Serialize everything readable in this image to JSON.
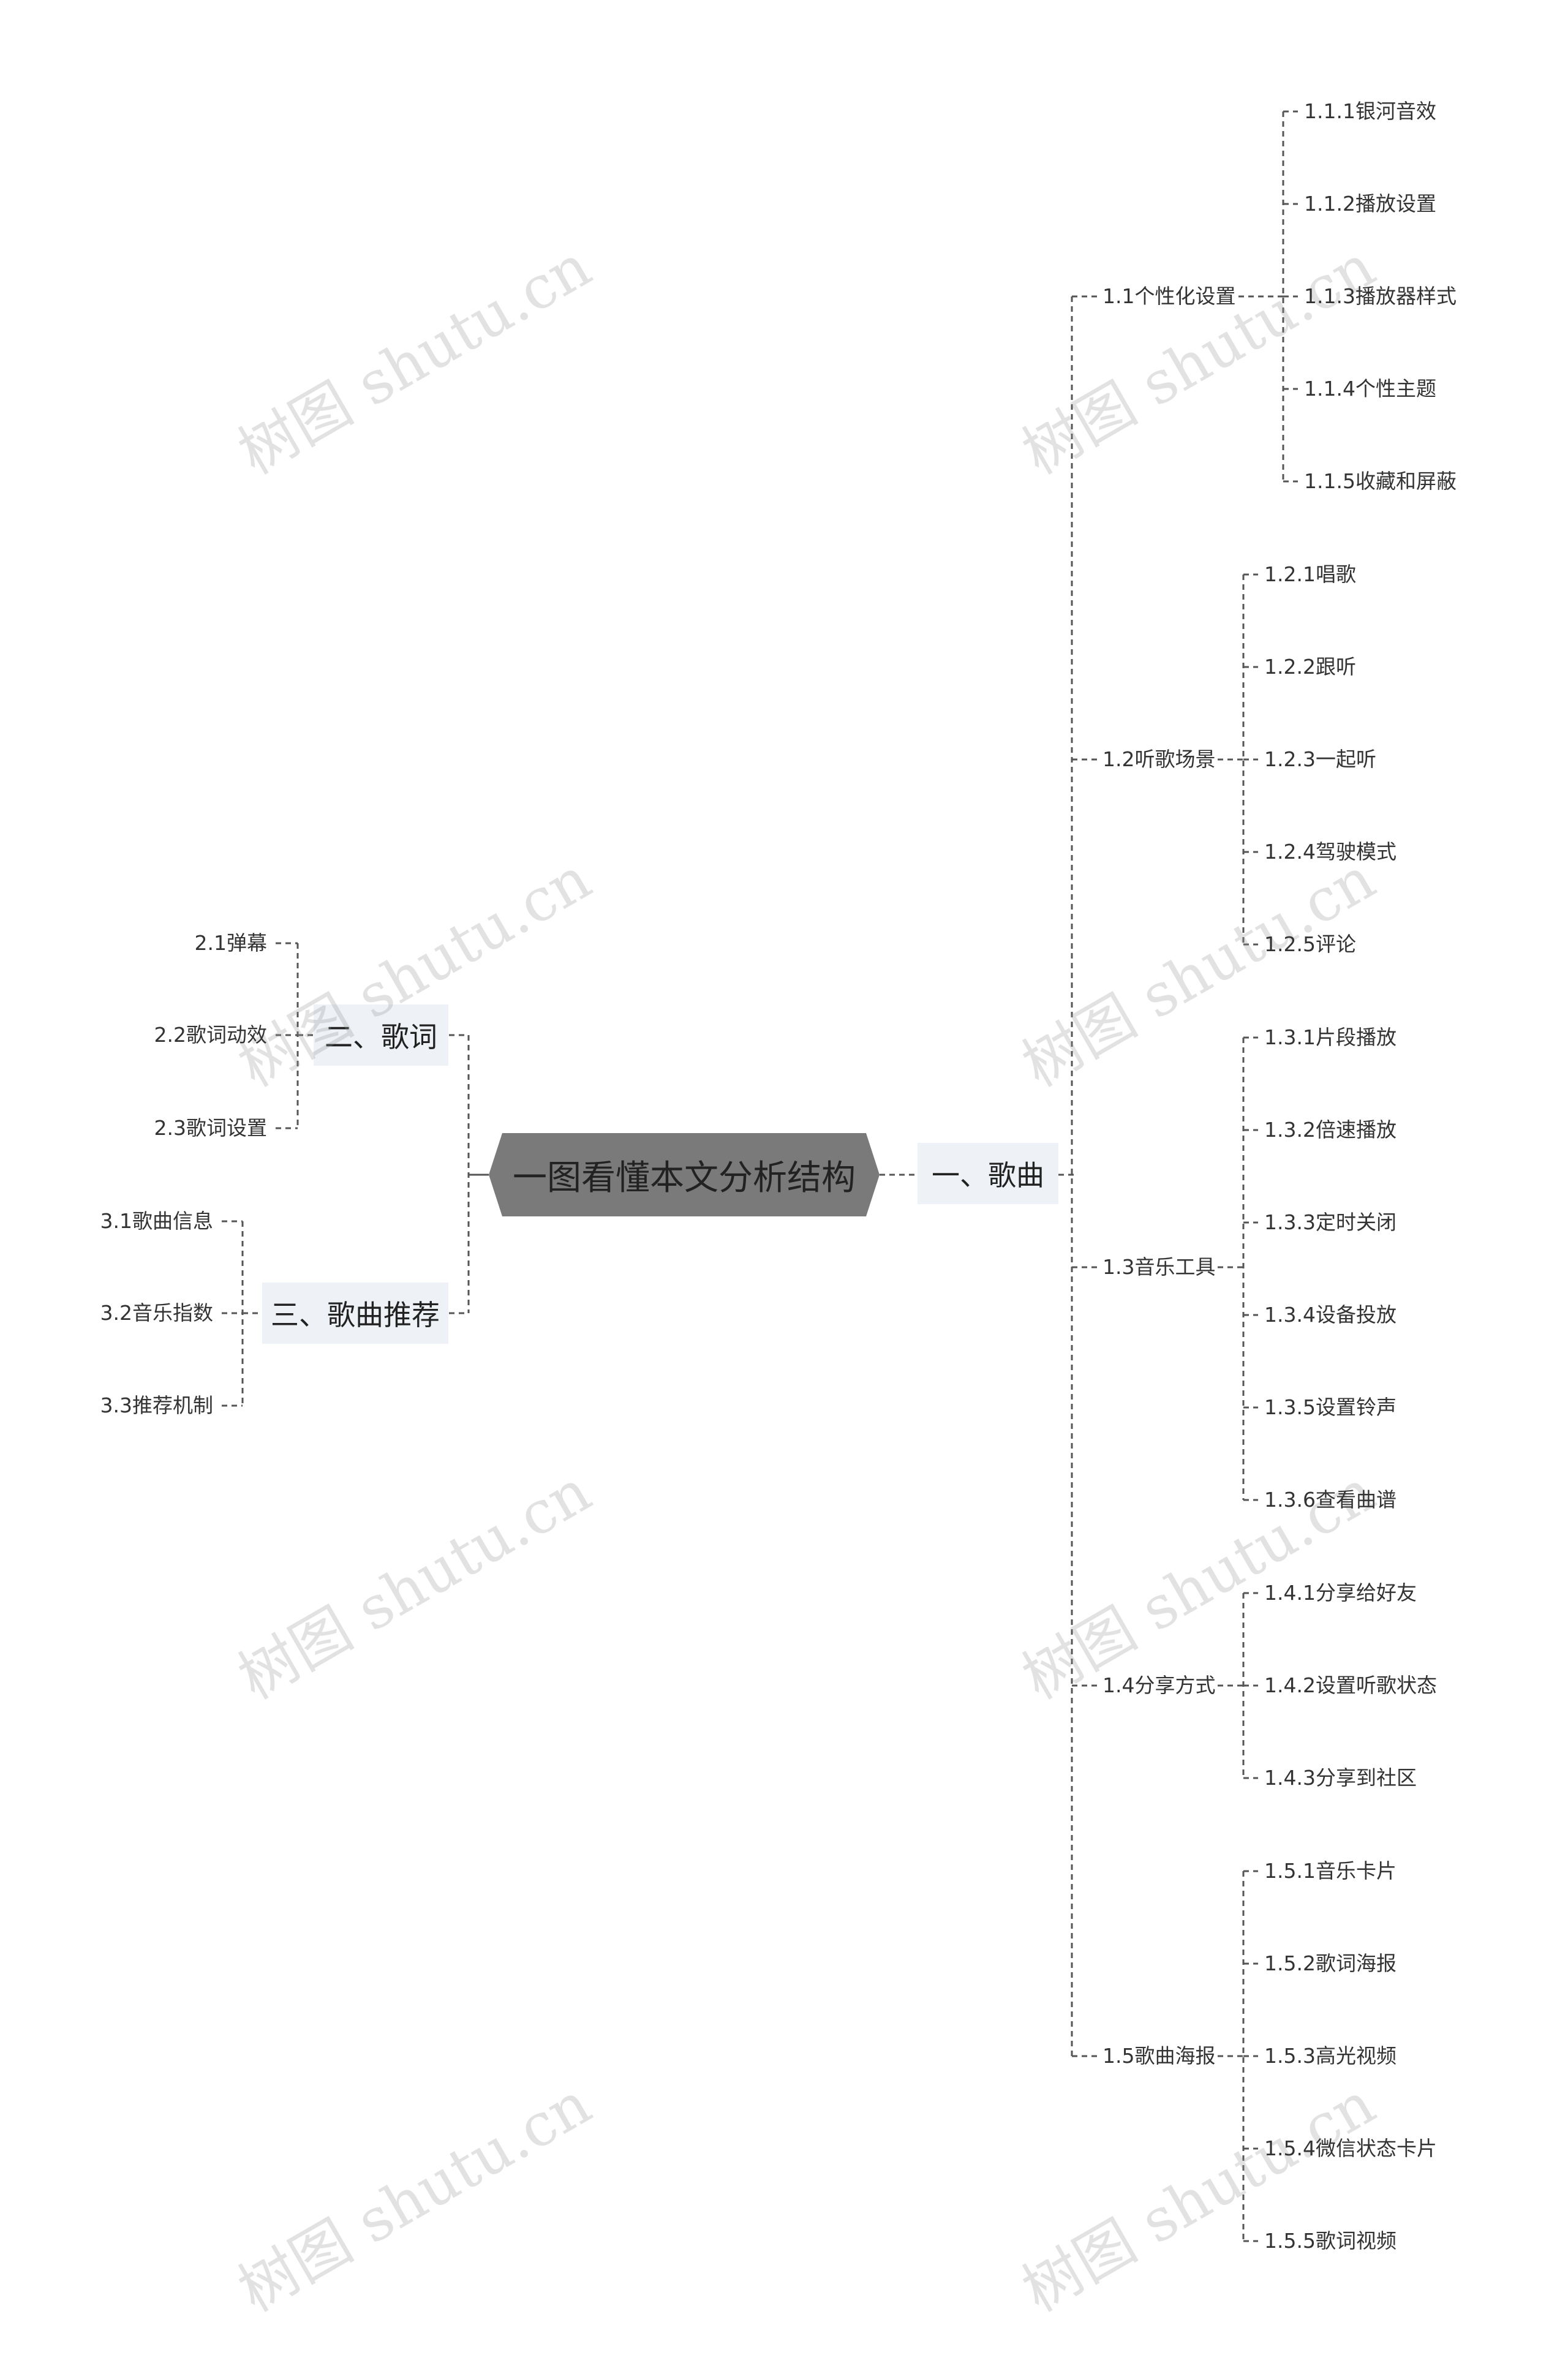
{
  "root": {
    "label": "一图看懂本文分析结构"
  },
  "branches": {
    "songs": {
      "label": "一、歌曲",
      "children": [
        {
          "label": "1.1个性化设置",
          "children": [
            "1.1.1银河音效",
            "1.1.2播放设置",
            "1.1.3播放器样式",
            "1.1.4个性主题",
            "1.1.5收藏和屏蔽"
          ]
        },
        {
          "label": "1.2听歌场景",
          "children": [
            "1.2.1唱歌",
            "1.2.2跟听",
            "1.2.3一起听",
            "1.2.4驾驶模式",
            "1.2.5评论"
          ]
        },
        {
          "label": "1.3音乐工具",
          "children": [
            "1.3.1片段播放",
            "1.3.2倍速播放",
            "1.3.3定时关闭",
            "1.3.4设备投放",
            "1.3.5设置铃声",
            "1.3.6查看曲谱"
          ]
        },
        {
          "label": "1.4分享方式",
          "children": [
            "1.4.1分享给好友",
            "1.4.2设置听歌状态",
            "1.4.3分享到社区"
          ]
        },
        {
          "label": "1.5歌曲海报",
          "children": [
            "1.5.1音乐卡片",
            "1.5.2歌词海报",
            "1.5.3高光视频",
            "1.5.4微信状态卡片",
            "1.5.5歌词视频"
          ]
        }
      ]
    },
    "lyrics": {
      "label": "二、歌词",
      "children": [
        "2.1弹幕",
        "2.2歌词动效",
        "2.3歌词设置"
      ]
    },
    "recommend": {
      "label": "三、歌曲推荐",
      "children": [
        "3.1歌曲信息",
        "3.2音乐指数",
        "3.3推荐机制"
      ]
    }
  },
  "watermark": "树图 shutu.cn",
  "colors": {
    "root_fill": "#7a7a7a",
    "branch_fill": "#eef2f6",
    "line": "#555555"
  }
}
